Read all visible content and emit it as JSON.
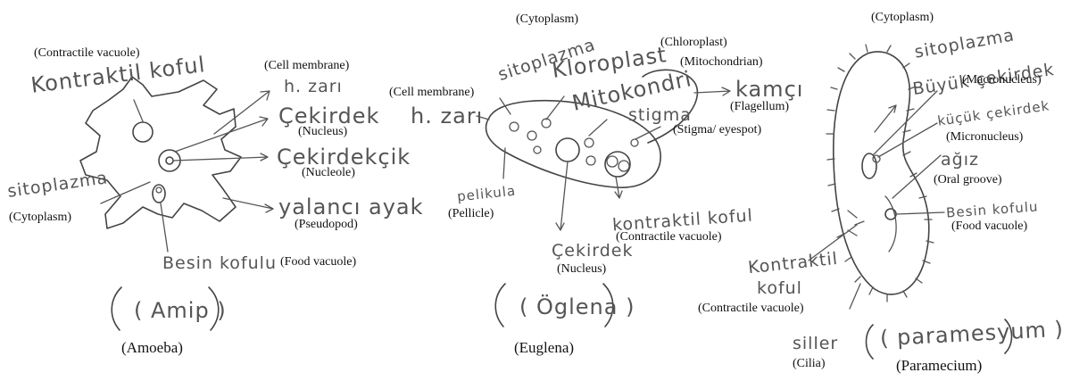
{
  "amoeba": {
    "caption": "(Amoeba)",
    "title_hand": "( Amip )",
    "labels": {
      "contractile_vacuole": "(Contractile vacuole)",
      "cell_membrane": "(Cell membrane)",
      "nucleus": "(Nucleus)",
      "nucleole": "(Nucleole)",
      "pseudopod": "(Pseudopod)",
      "cytoplasm": "(Cytoplasm)",
      "food_vacuole": "(Food vacuole)"
    },
    "hand": {
      "kontraktil_koful": "Kontraktil koful",
      "h_zari": "h. zarı",
      "cekirdek": "Çekirdek",
      "cekirdekcik": "Çekirdekçik",
      "yalanci_ayak": "yalancı ayak",
      "sitoplazma": "sitoplazma",
      "besin_kofulu": "Besin kofulu"
    }
  },
  "euglena": {
    "caption": "(Euglena)",
    "title_hand": "( Öglena )",
    "labels": {
      "cytoplasm": "(Cytoplasm)",
      "chloroplast": "(Chloroplast)",
      "mitochondrian": "(Mitochondrian)",
      "cell_membrane": "(Cell membrane)",
      "flagellum": "(Flagellum)",
      "stigma": "(Stigma/ eyespot)",
      "pellicle": "(Pellicle)",
      "contractile_vacuole": "(Contractile vacuole)",
      "nucleus": "(Nucleus)"
    },
    "hand": {
      "sitoplazma": "sitoplazma",
      "kloroplast": "Kloroplast",
      "mitokondri": "Mitokondri",
      "h_zari": "h. zarı",
      "kamci": "kamçı",
      "stigma": "stigma",
      "pelikula": "pelikula",
      "kontraktil_koful": "kontraktil koful",
      "cekirdek": "Çekirdek"
    }
  },
  "paramecium": {
    "caption": "(Paramecium)",
    "title_hand": "( paramesyum )",
    "labels": {
      "cytoplasm": "(Cytoplasm)",
      "macronucleus": "(Macronucleus)",
      "micronucleus": "(Micronucleus)",
      "oral_groove": "(Oral groove)",
      "food_vacuole": "(Food vacuole)",
      "contractile_vacuole": "(Contractile vacuole)",
      "cilia": "(Cilia)"
    },
    "hand": {
      "sitoplazma": "sitoplazma",
      "buyuk_cekirdek": "Büyük çekirdek",
      "kucuk_cekirdek": "küçük çekirdek",
      "agiz": "ağız",
      "besin_kofulu": "Besin kofulu",
      "kontraktil": "Kontraktil",
      "koful": "koful",
      "siller": "siller"
    }
  }
}
